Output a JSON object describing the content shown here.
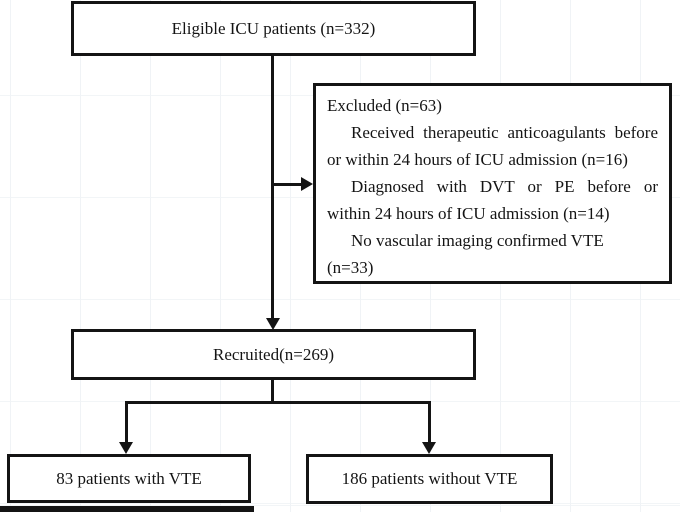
{
  "diagram": {
    "type": "flowchart",
    "subject": "ICU patient recruitment flow for VTE study",
    "nodes": {
      "eligible": {
        "label": "Eligible ICU patients (n=332)"
      },
      "excluded": {
        "lines": [
          "Excluded (n=63)",
          "Received therapeutic anticoagulants before",
          "or within 24 hours of ICU admission (n=16)",
          "Diagnosed with DVT or PE before or",
          "within 24 hours of ICU admission (n=14)",
          "No vascular imaging confirmed VTE",
          "(n=33)"
        ]
      },
      "recruited": {
        "label": "Recruited(n=269)"
      },
      "with_vte": {
        "label": "83 patients with VTE"
      },
      "without_vte": {
        "label": "186 patients without VTE"
      }
    },
    "counts": {
      "eligible": 332,
      "excluded_total": 63,
      "excluded_anticoagulants": 16,
      "excluded_dvt_pe": 14,
      "excluded_no_imaging": 33,
      "recruited": 269,
      "with_vte": 83,
      "without_vte": 186
    },
    "colors": {
      "ink": "#141414",
      "background": "#ffffff",
      "grid_line": "#f0f3f6"
    }
  }
}
